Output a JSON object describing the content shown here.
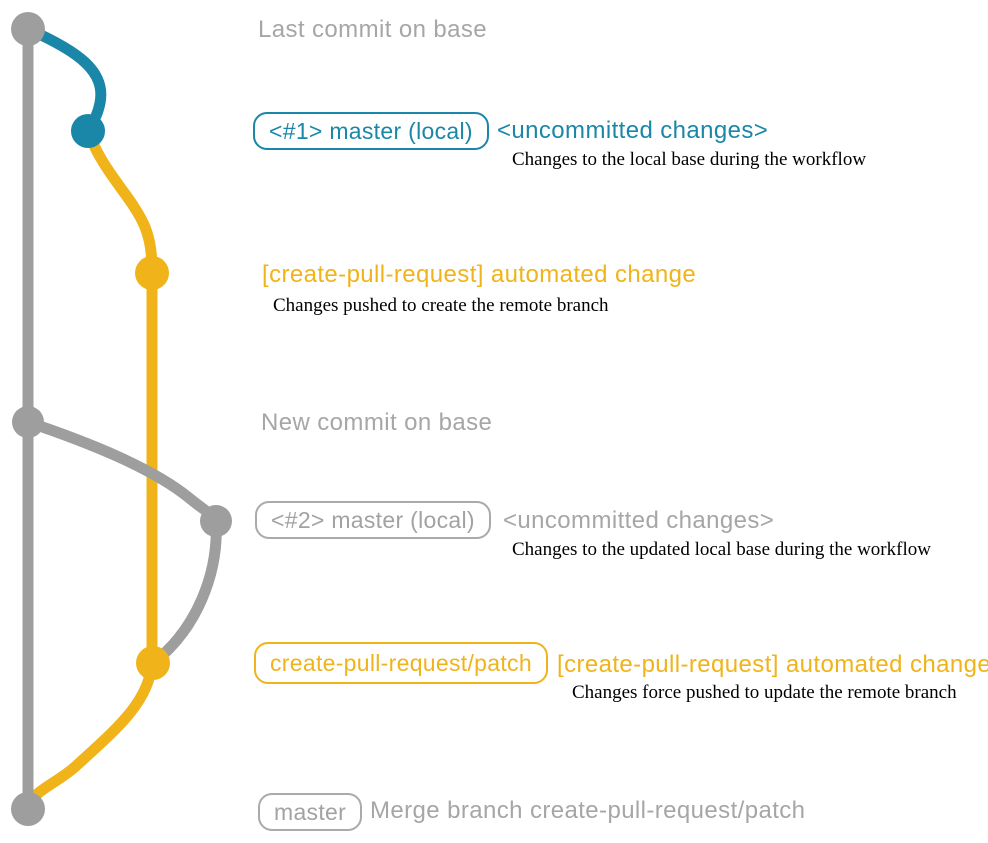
{
  "colors": {
    "background": "#ffffff",
    "base_gray": "#9e9e9e",
    "heading_gray": "#a6a6a6",
    "pill_gray": "#a2a2a2",
    "teal": "#1b87a8",
    "yellow": "#f0b41a",
    "description_black": "#000000"
  },
  "graph": {
    "branches": {
      "base": {
        "color": "#9e9e9e"
      },
      "local_master": {
        "color": "#1b87a8"
      },
      "create_pull_request_patch": {
        "color": "#f0b41a"
      }
    }
  },
  "annotations": {
    "row1": {
      "title": "Last commit on base"
    },
    "row2": {
      "pill": "<#1> master (local)",
      "heading": "<uncommitted changes>",
      "description": "Changes to the local base during the workflow"
    },
    "row3": {
      "heading": "[create-pull-request] automated change",
      "description": "Changes pushed to create the remote branch"
    },
    "row4": {
      "title": "New commit on base"
    },
    "row5": {
      "pill": "<#2> master (local)",
      "heading": "<uncommitted changes>",
      "description": "Changes to the updated local base during the workflow"
    },
    "row6": {
      "pill": "create-pull-request/patch",
      "heading": "[create-pull-request] automated change",
      "description": "Changes force pushed to update the remote branch"
    },
    "row7": {
      "pill": "master",
      "title": "Merge branch create-pull-request/patch"
    }
  }
}
